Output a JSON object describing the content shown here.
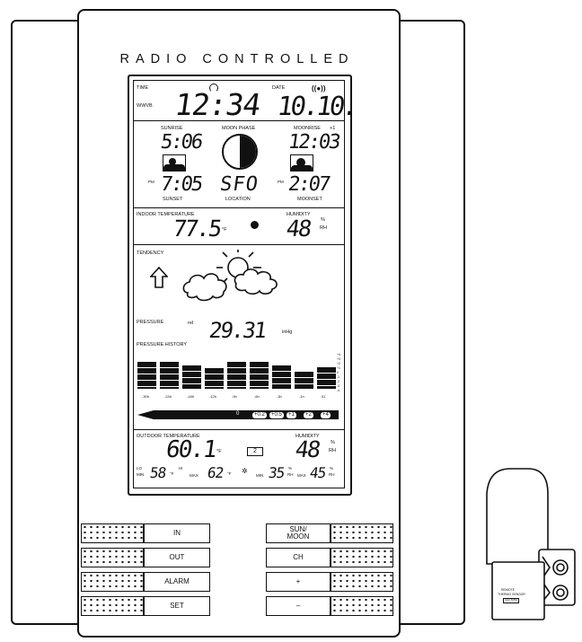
{
  "brand": "RADIO CONTROLLED",
  "time": {
    "label": "TIME",
    "wwvb_label": "WWVB",
    "value": "12:34"
  },
  "date": {
    "label": "DATE",
    "value": "10.10."
  },
  "sun": {
    "sunrise_label": "SUNRISE",
    "sunrise": "5:06",
    "sunset_label": "SUNSET",
    "sunset": "7:05",
    "pm": "PM"
  },
  "moon": {
    "phase_label": "MOON PHASE",
    "moonrise_label": "MOONRISE",
    "plus_one": "+1",
    "moonrise": "12:03",
    "moonset_label": "MOONSET",
    "moonset": "2:07",
    "pm": "PM"
  },
  "location": {
    "label": "LOCATION",
    "value": "SFO"
  },
  "indoor": {
    "temp_label": "INDOOR TEMPERATURE",
    "temp": "77.5",
    "temp_unit": "°F",
    "humidity_label": "HUMIDITY",
    "humidity": "48",
    "humidity_unit_pct": "%",
    "humidity_unit_rh": "RH"
  },
  "tendency": {
    "label": "TENDENCY"
  },
  "pressure": {
    "label": "PRESSURE",
    "rel": "rel",
    "value": "29.31",
    "unit": "inHg",
    "history_label": "PRESSURE HISTORY"
  },
  "history": {
    "hours": [
      "-30h",
      "-24h",
      "-18h",
      "-12h",
      "-9h",
      "-6h",
      "-3h",
      "-1h",
      "01"
    ],
    "bars": [
      0.78,
      0.78,
      0.68,
      0.6,
      0.8,
      0.8,
      0.68,
      0.5,
      0.62
    ],
    "scale": [
      "+4",
      "+3",
      "+2",
      "+1",
      "0",
      "-1",
      "-2",
      "-3",
      "-4"
    ],
    "scale_labels": [
      "0",
      "+0.2",
      "+0.5",
      "+1",
      "+2",
      "+4"
    ]
  },
  "outdoor": {
    "temp_label": "OUTDOOR TEMPERATURE",
    "temp": "60.1",
    "temp_unit": "°F",
    "channel": "2",
    "humidity_label": "HUMIDITY",
    "humidity": "48",
    "humidity_unit_pct": "%",
    "humidity_unit_rh": "RH",
    "lo_label": "LO",
    "min_label": "MIN",
    "lo_temp": "58",
    "hi_label": "HI",
    "max_label": "MAX",
    "hi_temp": "62",
    "f_unit": "°F",
    "min_hum": "35",
    "max_hum": "45",
    "pct": "%",
    "rh": "RH"
  },
  "buttons": {
    "in": "IN",
    "out": "OUT",
    "alarm": "ALARM",
    "set": "SET",
    "sun_moon_1": "SUN/",
    "sun_moon_2": "MOON",
    "ch": "CH",
    "plus": "+",
    "minus": "–"
  },
  "sensor": {
    "line1": "REMOTE",
    "line2": "THERMO SENSOR",
    "line3": "433 MHz"
  }
}
